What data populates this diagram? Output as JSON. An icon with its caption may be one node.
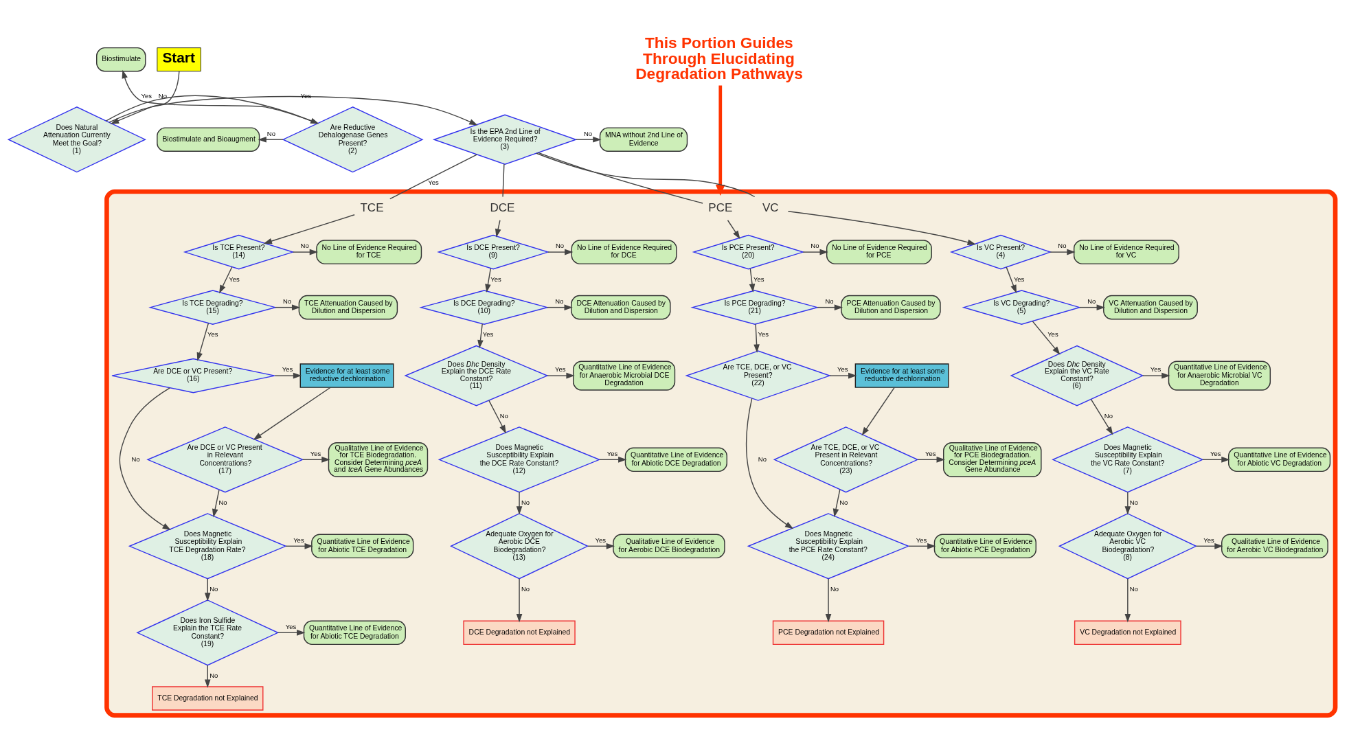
{
  "diagram": {
    "nodes": [
      {
        "text": [
          "Biostimulate"
        ]
      },
      {
        "text": [
          "Start"
        ]
      },
      {
        "text": [
          "This Portion Guides Through Elucidating Degradation Pathways"
        ]
      },
      {
        "text": [
          "Biostimulate and Bioaugment"
        ]
      },
      {
        "text": [
          "Are Reductive Dehalogenase Genes Present?",
          "(2)"
        ]
      },
      {
        "text": [
          "Does Natural Attenuation Currently Meet the Goal?",
          "(1)"
        ]
      },
      {
        "text": [
          "Is the EPA 2nd Line of Evidence Required?",
          "(3)"
        ]
      },
      {
        "text": [
          "MNA without 2nd Line of Evidence"
        ]
      },
      {
        "text": [],
        "shape": "box"
      },
      {
        "text": [
          "PCE"
        ],
        "in": 8
      },
      {
        "text": [
          "TCE"
        ],
        "in": 8
      },
      {
        "text": [
          "DCE"
        ],
        "in": 8
      },
      {
        "text": [
          "VC"
        ],
        "in": 8
      },
      {
        "text": [
          "Is PCE Present?",
          "(20)"
        ],
        "in": 8
      },
      {
        "text": [
          "No Line of Evidence Required for PCE"
        ],
        "in": 8
      },
      {
        "text": [
          "Is PCE Degrading?",
          "(21)"
        ],
        "in": 8
      },
      {
        "text": [
          "PCE Attenuation Caused by Dilution and Dispersion"
        ],
        "in": 8
      },
      {
        "text": [
          "Are TCE, DCE, or VC Present?",
          "(22)"
        ],
        "in": 8
      },
      {
        "text": [
          "Evidence for at least some reductive dechlorination"
        ],
        "in": 8
      },
      {
        "text": [
          "Are TCE, DCE, or VC Present in Relevant Concentrations?",
          "(23)"
        ],
        "in": 8
      },
      {
        "text": [
          "Qualitative Line of Evidence for PCE Biodegradation. Consider Determining *pceA* Gene Abundance"
        ],
        "in": 8
      },
      {
        "text": [
          "Does Magnetic Susceptibility Explain the PCE Rate Constant?",
          "(24)"
        ],
        "in": 8
      },
      {
        "text": [
          "Quantitative Line of Evidence for Abiotic PCE Degradation"
        ],
        "in": 8
      },
      {
        "text": [
          "PCE Degradation not Explained"
        ],
        "in": 8
      },
      {
        "text": [
          "Is TCE Present?",
          "(14)"
        ],
        "in": 8
      },
      {
        "text": [
          "No Line of Evidence Required for TCE"
        ],
        "in": 8
      },
      {
        "text": [
          "Is TCE Degrading?",
          "(15)"
        ],
        "in": 8
      },
      {
        "text": [
          "TCE Attenuation Caused by Dilution and Dispersion"
        ],
        "in": 8
      },
      {
        "text": [
          "Are DCE or VC Present?",
          "(16)"
        ],
        "in": 8
      },
      {
        "text": [
          "Evidence for at least some reductive dechlorination"
        ],
        "in": 8
      },
      {
        "text": [
          "Are DCE or VC Present in Relevant Concentrations?",
          "(17)"
        ],
        "in": 8
      },
      {
        "text": [
          "Qualitative Line of Evidence for TCE Biodegradation. Consider Determining *pceA* and *tceA* Gene Abundances"
        ],
        "in": 8
      },
      {
        "text": [
          "Does Magnetic Susceptibility Explain TCE Degradation Rate?",
          "(18)"
        ],
        "in": 8
      },
      {
        "text": [
          "Quantitative Line of Evidence for Abiotic TCE Degradation"
        ],
        "in": 8
      },
      {
        "text": [
          "Does Iron Sulfide Explain the TCE Rate Constant?",
          "(19)"
        ],
        "in": 8
      },
      {
        "text": [
          "Quantitative Line of Evidence for Abiotic TCE Degradation"
        ],
        "in": 8
      },
      {
        "text": [
          "TCE Degradation not Explained"
        ],
        "in": 8
      },
      {
        "text": [
          "Is DCE Present?",
          "(9)"
        ],
        "in": 8
      },
      {
        "text": [
          "No Line of Evidence Required for DCE"
        ],
        "in": 8
      },
      {
        "text": [
          "Is DCE Degrading?",
          "(10)"
        ],
        "in": 8
      },
      {
        "text": [
          "DCE Attenuation Caused by Dilution and Dispersion"
        ],
        "in": 8
      },
      {
        "text": [
          "Does *Dhc* Density Explain the DCE Rate Constant?",
          "(11)"
        ],
        "in": 8
      },
      {
        "text": [
          "Quantitative Line of Evidence for Anaerobic Microbial DCE Degradation"
        ],
        "in": 8
      },
      {
        "text": [
          "Does Magnetic Susceptibility Explain the DCE Rate Constant?",
          "(12)"
        ],
        "in": 8
      },
      {
        "text": [
          "Quantitative Line of Evidence for Abiotic DCE Degradation"
        ],
        "in": 8
      },
      {
        "text": [
          "Adequate Oxygen for Aerobic DCE Biodegradation?",
          "(13)"
        ],
        "in": 8
      },
      {
        "text": [
          "Qualitative Line of Evidence for Aerobic DCE Biodegradation"
        ],
        "in": 8
      },
      {
        "text": [
          "DCE Degradation not Explained"
        ],
        "in": 8
      },
      {
        "text": [
          "Is VC Present?",
          "(4)"
        ],
        "in": 8
      },
      {
        "text": [
          "No Line of Evidence Required for VC"
        ],
        "in": 8
      },
      {
        "text": [
          "Is VC Degrading?",
          "(5)"
        ],
        "in": 8
      },
      {
        "text": [
          "VC Attenuation Caused by Dilution and Dispersion"
        ],
        "in": 8
      },
      {
        "text": [
          "Does *Dhc* Density Explain the VC Rate Constant?",
          "(6)"
        ],
        "in": 8
      },
      {
        "text": [
          "Quantitative Line of Evidence for Anaerobic Microbial VC Degradation"
        ],
        "in": 8
      },
      {
        "text": [
          "Does Magnetic Susceptibility Explain the VC Rate Constant?",
          "(7)"
        ],
        "in": 8
      },
      {
        "text": [
          "Quantitative Line of Evidence for Abiotic VC Degradation"
        ],
        "in": 8
      },
      {
        "text": [
          "Adequate Oxygen for Aerobic VC Biodegradation?",
          "(8)"
        ],
        "in": 8
      },
      {
        "text": [
          "Qualitative Line of Evidence for Aerobic VC Biodegradation"
        ],
        "in": 8
      },
      {
        "text": [
          "VC Degradation not Explained"
        ],
        "in": 8
      }
    ],
    "edges": [
      {
        "from": 1,
        "to": 5,
        "arrow": "to"
      },
      {
        "from": 5,
        "to": 4,
        "arrow": "to",
        "label": "No"
      },
      {
        "from": 4,
        "to": 0,
        "arrow": "to",
        "label": "Yes"
      },
      {
        "from": 4,
        "to": 3,
        "arrow": "to",
        "label": "No"
      },
      {
        "from": 5,
        "to": 6,
        "arrow": "to",
        "label": "Yes"
      },
      {
        "from": 6,
        "to": 7,
        "arrow": "to",
        "label": "No"
      },
      {
        "from": 6,
        "to": 9,
        "arrow": "none"
      },
      {
        "from": 6,
        "to": 10,
        "arrow": "none",
        "label": "Yes"
      },
      {
        "from": 6,
        "to": 11,
        "arrow": "none"
      },
      {
        "from": 6,
        "to": 12,
        "arrow": "none"
      },
      {
        "from": 2,
        "to": 8,
        "arrow": "to",
        "style": "thick",
        "color": "#ff3300"
      },
      {
        "from": 9,
        "to": 13,
        "arrow": "to"
      },
      {
        "from": 10,
        "to": 24,
        "arrow": "to"
      },
      {
        "from": 11,
        "to": 37,
        "arrow": "to"
      },
      {
        "from": 12,
        "to": 48,
        "arrow": "to"
      },
      {
        "from": 13,
        "to": 14,
        "arrow": "to",
        "label": "No"
      },
      {
        "from": 13,
        "to": 15,
        "arrow": "to",
        "label": "Yes"
      },
      {
        "from": 15,
        "to": 16,
        "arrow": "to",
        "label": "No"
      },
      {
        "from": 15,
        "to": 17,
        "arrow": "to",
        "label": "Yes"
      },
      {
        "from": 17,
        "to": 18,
        "arrow": "to",
        "label": "Yes"
      },
      {
        "from": 18,
        "to": 19,
        "arrow": "to"
      },
      {
        "from": 19,
        "to": 20,
        "arrow": "to",
        "label": "Yes"
      },
      {
        "from": 19,
        "to": 21,
        "arrow": "to",
        "label": "No"
      },
      {
        "from": 17,
        "to": 21,
        "arrow": "to",
        "label": "No"
      },
      {
        "from": 21,
        "to": 22,
        "arrow": "to",
        "label": "Yes"
      },
      {
        "from": 21,
        "to": 23,
        "arrow": "to",
        "label": "No"
      },
      {
        "from": 24,
        "to": 25,
        "arrow": "to",
        "label": "No"
      },
      {
        "from": 24,
        "to": 26,
        "arrow": "to",
        "label": "Yes"
      },
      {
        "from": 26,
        "to": 27,
        "arrow": "to",
        "label": "No"
      },
      {
        "from": 26,
        "to": 28,
        "arrow": "to",
        "label": "Yes"
      },
      {
        "from": 28,
        "to": 29,
        "arrow": "to",
        "label": "Yes"
      },
      {
        "from": 29,
        "to": 30,
        "arrow": "to"
      },
      {
        "from": 30,
        "to": 31,
        "arrow": "to",
        "label": "Yes"
      },
      {
        "from": 30,
        "to": 32,
        "arrow": "to",
        "label": "No"
      },
      {
        "from": 28,
        "to": 32,
        "arrow": "to",
        "label": "No"
      },
      {
        "from": 32,
        "to": 33,
        "arrow": "to",
        "label": "Yes"
      },
      {
        "from": 32,
        "to": 34,
        "arrow": "to",
        "label": "No"
      },
      {
        "from": 34,
        "to": 35,
        "arrow": "to",
        "label": "Yes"
      },
      {
        "from": 34,
        "to": 36,
        "arrow": "to",
        "label": "No"
      },
      {
        "from": 37,
        "to": 38,
        "arrow": "to",
        "label": "No"
      },
      {
        "from": 37,
        "to": 39,
        "arrow": "to",
        "label": "Yes"
      },
      {
        "from": 39,
        "to": 40,
        "arrow": "to",
        "label": "No"
      },
      {
        "from": 39,
        "to": 41,
        "arrow": "to",
        "label": "Yes"
      },
      {
        "from": 41,
        "to": 42,
        "arrow": "to",
        "label": "Yes"
      },
      {
        "from": 41,
        "to": 43,
        "arrow": "to",
        "label": "No"
      },
      {
        "from": 43,
        "to": 44,
        "arrow": "to",
        "label": "Yes"
      },
      {
        "from": 43,
        "to": 45,
        "arrow": "to",
        "label": "No"
      },
      {
        "from": 45,
        "to": 46,
        "arrow": "to",
        "label": "Yes"
      },
      {
        "from": 45,
        "to": 47,
        "arrow": "to",
        "label": "No"
      },
      {
        "from": 48,
        "to": 49,
        "arrow": "to",
        "label": "No"
      },
      {
        "from": 48,
        "to": 50,
        "arrow": "to",
        "label": "Yes"
      },
      {
        "from": 50,
        "to": 51,
        "arrow": "to",
        "label": "No"
      },
      {
        "from": 50,
        "to": 52,
        "arrow": "to",
        "label": "Yes"
      },
      {
        "from": 52,
        "to": 53,
        "arrow": "to",
        "label": "Yes"
      },
      {
        "from": 52,
        "to": 54,
        "arrow": "to",
        "label": "No"
      },
      {
        "from": 54,
        "to": 55,
        "arrow": "to",
        "label": "Yes"
      },
      {
        "from": 54,
        "to": 56,
        "arrow": "to",
        "label": "No"
      },
      {
        "from": 56,
        "to": 57,
        "arrow": "to",
        "label": "Yes"
      },
      {
        "from": 56,
        "to": 58,
        "arrow": "to",
        "label": "No"
      }
    ]
  }
}
